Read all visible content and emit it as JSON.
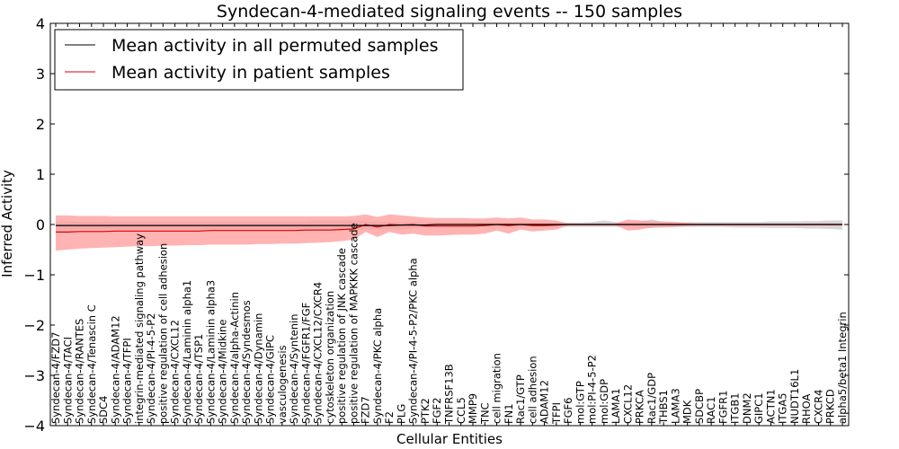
{
  "chart_data": {
    "type": "line",
    "title": "Syndecan-4-mediated signaling events -- 150 samples",
    "xlabel": "Cellular Entities",
    "ylabel": "Inferred Activity",
    "ylim": [
      -4,
      4
    ],
    "yticks": [
      "−4",
      "−3",
      "−2",
      "−1",
      "0",
      "1",
      "2",
      "3",
      "4"
    ],
    "grid": false,
    "legend_position": "top-left",
    "colors": {
      "permuted": "#000000",
      "patient": "#dd0000",
      "patient_band": "#ff9a9a",
      "permuted_band": "#c8c8c8"
    },
    "categories": [
      "Syndecan-4/FZD7",
      "Syndecan-4/TACI",
      "Syndecan-4/RANTES",
      "Syndecan-4/Tenascin C",
      "SDC4",
      "Syndecan-4/ADAM12",
      "Syndecan-4/TFPI",
      "integrin-mediated signaling pathway",
      "Syndecan-4/PI-4-5-P2",
      "positive regulation of cell adhesion",
      "Syndecan-4/CXCL12",
      "Syndecan-4/Laminin alpha1",
      "Syndecan-4/TSP1",
      "Syndecan-4/Laminin alpha3",
      "Syndecan-4/Midkine",
      "Syndecan-4/alpha-Actinin",
      "Syndecan-4/Syndesmos",
      "Syndecan-4/Dynamin",
      "Syndecan-4/GIPC",
      "vasculogenesis",
      "Syndecan-4/Syntenin",
      "Syndecan-4/FGFR1/FGF",
      "Syndecan-4/CXCL12/CXCR4",
      "cytoskeleton organization",
      "positive regulation of JNK cascade",
      "positive regulation of MAPKKK cascade",
      "FZD7",
      "Syndecan-4/PKC alpha",
      "F2",
      "PLG",
      "Syndecan-4/PI-4-5-P2/PKC alpha",
      "PTK2",
      "FGF2",
      "TNFRSF13B",
      "CCL5",
      "MMP9",
      "TNC",
      "cell migration",
      "FN1",
      "Rac1/GTP",
      "cell adhesion",
      "ADAM12",
      "TFPI",
      "FGF6",
      "mol:GTP",
      "mol:PI-4-5-P2",
      "mol:GDP",
      "LAMA1",
      "CXCL12",
      "PRKCA",
      "Rac1/GDP",
      "THBS1",
      "LAMA3",
      "MDK",
      "SDCBP",
      "RAC1",
      "FGFR1",
      "ITGB1",
      "DNM2",
      "GIPC1",
      "ACTN1",
      "ITGA5",
      "NUDT16L1",
      "RHOA",
      "CXCR4",
      "PRKCD",
      "alpha5/beta1 Integrin"
    ],
    "series": [
      {
        "name": "Mean activity in all permuted samples",
        "values": [
          -0.02,
          -0.02,
          -0.02,
          -0.02,
          -0.02,
          -0.02,
          -0.02,
          -0.02,
          -0.02,
          -0.02,
          -0.02,
          -0.02,
          -0.02,
          -0.02,
          -0.02,
          -0.02,
          -0.02,
          -0.02,
          -0.02,
          -0.02,
          -0.02,
          -0.02,
          -0.02,
          -0.02,
          -0.02,
          -0.02,
          -0.02,
          -0.02,
          -0.02,
          -0.01,
          -0.01,
          -0.01,
          0.0,
          0.0,
          0.0,
          0.0,
          0.0,
          0.0,
          0.0,
          0.0,
          0.0,
          0.0,
          0.0,
          0.0,
          0.0,
          0.0,
          0.0,
          0.0,
          0.0,
          0.0,
          0.0,
          0.0,
          0.0,
          0.0,
          0.0,
          0.0,
          0.0,
          0.0,
          0.0,
          0.0,
          0.0,
          0.0,
          0.0,
          0.0,
          0.0,
          0.0,
          0.0
        ],
        "lower": [
          -0.1,
          -0.1,
          -0.1,
          -0.1,
          -0.1,
          -0.1,
          -0.1,
          -0.1,
          -0.1,
          -0.1,
          -0.1,
          -0.1,
          -0.1,
          -0.1,
          -0.1,
          -0.1,
          -0.1,
          -0.1,
          -0.1,
          -0.1,
          -0.1,
          -0.1,
          -0.1,
          -0.1,
          -0.1,
          -0.1,
          -0.1,
          -0.1,
          -0.1,
          -0.1,
          -0.08,
          -0.06,
          -0.05,
          -0.05,
          -0.05,
          -0.05,
          -0.05,
          -0.05,
          -0.06,
          -0.05,
          -0.05,
          -0.05,
          -0.05,
          -0.05,
          -0.05,
          -0.05,
          -0.05,
          -0.05,
          -0.05,
          -0.06,
          -0.07,
          -0.05,
          -0.05,
          -0.05,
          -0.05,
          -0.05,
          -0.05,
          -0.06,
          -0.06,
          -0.06,
          -0.07,
          -0.07,
          -0.07,
          -0.08,
          -0.08,
          -0.09,
          -0.1
        ],
        "upper": [
          0.06,
          0.06,
          0.06,
          0.06,
          0.06,
          0.06,
          0.06,
          0.06,
          0.06,
          0.06,
          0.06,
          0.06,
          0.06,
          0.06,
          0.06,
          0.06,
          0.06,
          0.06,
          0.06,
          0.06,
          0.06,
          0.06,
          0.08,
          0.08,
          0.08,
          0.08,
          0.06,
          0.06,
          0.05,
          0.05,
          0.05,
          0.04,
          0.04,
          0.04,
          0.04,
          0.04,
          0.04,
          0.04,
          0.04,
          0.04,
          0.04,
          0.04,
          0.04,
          0.04,
          0.04,
          0.05,
          0.08,
          0.05,
          0.05,
          0.06,
          0.1,
          0.05,
          0.05,
          0.05,
          0.05,
          0.05,
          0.05,
          0.05,
          0.05,
          0.05,
          0.06,
          0.06,
          0.06,
          0.07,
          0.07,
          0.08,
          0.08
        ]
      },
      {
        "name": "Mean activity in patient samples",
        "values": [
          -0.15,
          -0.15,
          -0.14,
          -0.14,
          -0.14,
          -0.13,
          -0.13,
          -0.13,
          -0.13,
          -0.13,
          -0.13,
          -0.13,
          -0.13,
          -0.12,
          -0.12,
          -0.12,
          -0.12,
          -0.12,
          -0.12,
          -0.12,
          -0.12,
          -0.11,
          -0.11,
          -0.11,
          -0.1,
          -0.09,
          0.0,
          -0.05,
          0.0,
          -0.01,
          0.0,
          -0.03,
          -0.03,
          -0.03,
          -0.03,
          -0.03,
          -0.02,
          0.0,
          -0.02,
          0.0,
          -0.02,
          -0.02,
          -0.01,
          0.0,
          0.0,
          0.0,
          0.0,
          0.0,
          0.0,
          0.0,
          0.0,
          0.0,
          0.0,
          0.0,
          0.0,
          0.0,
          0.0,
          0.0,
          0.0,
          0.0,
          0.0,
          0.0,
          0.0,
          0.0,
          0.0,
          0.0,
          0.0
        ],
        "lower": [
          -0.52,
          -0.5,
          -0.48,
          -0.47,
          -0.46,
          -0.45,
          -0.44,
          -0.43,
          -0.43,
          -0.42,
          -0.42,
          -0.41,
          -0.41,
          -0.4,
          -0.4,
          -0.4,
          -0.4,
          -0.39,
          -0.39,
          -0.38,
          -0.38,
          -0.37,
          -0.36,
          -0.35,
          -0.33,
          -0.3,
          -0.15,
          -0.25,
          -0.15,
          -0.2,
          -0.18,
          -0.22,
          -0.22,
          -0.21,
          -0.2,
          -0.2,
          -0.18,
          -0.12,
          -0.18,
          -0.1,
          -0.14,
          -0.12,
          -0.1,
          -0.02,
          -0.02,
          -0.02,
          -0.02,
          -0.02,
          -0.12,
          -0.1,
          -0.06,
          -0.06,
          -0.05,
          -0.03,
          -0.02,
          -0.02,
          -0.02,
          -0.02,
          -0.02,
          -0.02,
          -0.02,
          -0.02,
          -0.02,
          -0.02,
          -0.02,
          -0.02,
          -0.02
        ],
        "upper": [
          0.18,
          0.18,
          0.17,
          0.17,
          0.17,
          0.16,
          0.16,
          0.16,
          0.16,
          0.16,
          0.16,
          0.16,
          0.16,
          0.16,
          0.16,
          0.16,
          0.16,
          0.16,
          0.16,
          0.16,
          0.16,
          0.16,
          0.16,
          0.16,
          0.16,
          0.17,
          0.2,
          0.15,
          0.2,
          0.18,
          0.16,
          0.14,
          0.13,
          0.13,
          0.13,
          0.12,
          0.12,
          0.14,
          0.12,
          0.14,
          0.1,
          0.1,
          0.08,
          0.02,
          0.02,
          0.02,
          0.02,
          0.02,
          0.1,
          0.08,
          0.06,
          0.06,
          0.05,
          0.03,
          0.02,
          0.02,
          0.02,
          0.02,
          0.02,
          0.02,
          0.02,
          0.02,
          0.02,
          0.02,
          0.02,
          0.02,
          0.02
        ]
      }
    ]
  }
}
